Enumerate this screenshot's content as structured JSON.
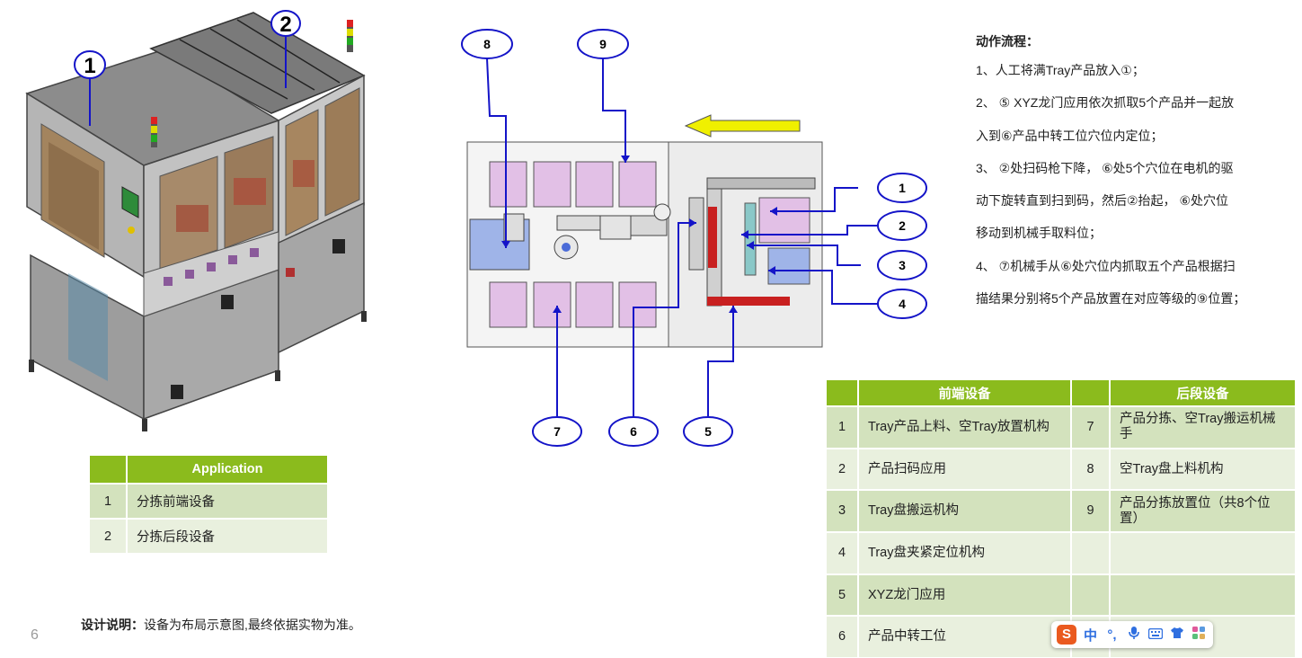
{
  "process": {
    "title": "动作流程：",
    "lines": [
      "1、人工将满Tray产品放入①；",
      "2、 ⑤ XYZ龙门应用依次抓取5个产品并一起放",
      "入到⑥产品中转工位穴位内定位；",
      "3、 ②处扫码枪下降， ⑥处5个穴位在电机的驱",
      "动下旋转直到扫到码，然后②抬起， ⑥处穴位",
      "移动到机械手取料位；",
      "4、 ⑦机械手从⑥处穴位内抓取五个产品根据扫",
      "描结果分别将5个产品放置在对应等级的⑨位置；"
    ]
  },
  "machine": {
    "callouts": [
      "1",
      "2"
    ]
  },
  "layout": {
    "callouts": [
      "8",
      "9",
      "1",
      "2",
      "3",
      "4",
      "7",
      "6",
      "5"
    ],
    "colors": {
      "circle": "#1414c8",
      "arrow": "#f0f000"
    }
  },
  "app_table": {
    "header": [
      "",
      "Application"
    ],
    "rows": [
      {
        "no": "1",
        "text": "分拣前端设备"
      },
      {
        "no": "2",
        "text": "分拣后段设备"
      }
    ]
  },
  "parts_table": {
    "header": [
      "",
      "前端设备",
      "",
      "后段设备"
    ],
    "rows": [
      {
        "no1": "1",
        "left": "Tray产品上料、空Tray放置机构",
        "no2": "7",
        "right": "产品分拣、空Tray搬运机械手"
      },
      {
        "no1": "2",
        "left": "产品扫码应用",
        "no2": "8",
        "right": "空Tray盘上料机构"
      },
      {
        "no1": "3",
        "left": "Tray盘搬运机构",
        "no2": "9",
        "right": "产品分拣放置位（共8个位置）"
      },
      {
        "no1": "4",
        "left": "Tray盘夹紧定位机构",
        "no2": "",
        "right": ""
      },
      {
        "no1": "5",
        "left": "XYZ龙门应用",
        "no2": "",
        "right": ""
      },
      {
        "no1": "6",
        "left": "产品中转工位",
        "no2": "",
        "right": ""
      }
    ]
  },
  "design_note": {
    "label": "设计说明：",
    "text": "设备为布局示意图,最终依据实物为准。"
  },
  "page_number": "6",
  "ime": {
    "logo": "S",
    "lang": "中",
    "punct": "°,"
  },
  "colors": {
    "header_green": "#8bbb1d",
    "row_dark": "#d3e2bd",
    "row_light": "#e9f0de"
  }
}
